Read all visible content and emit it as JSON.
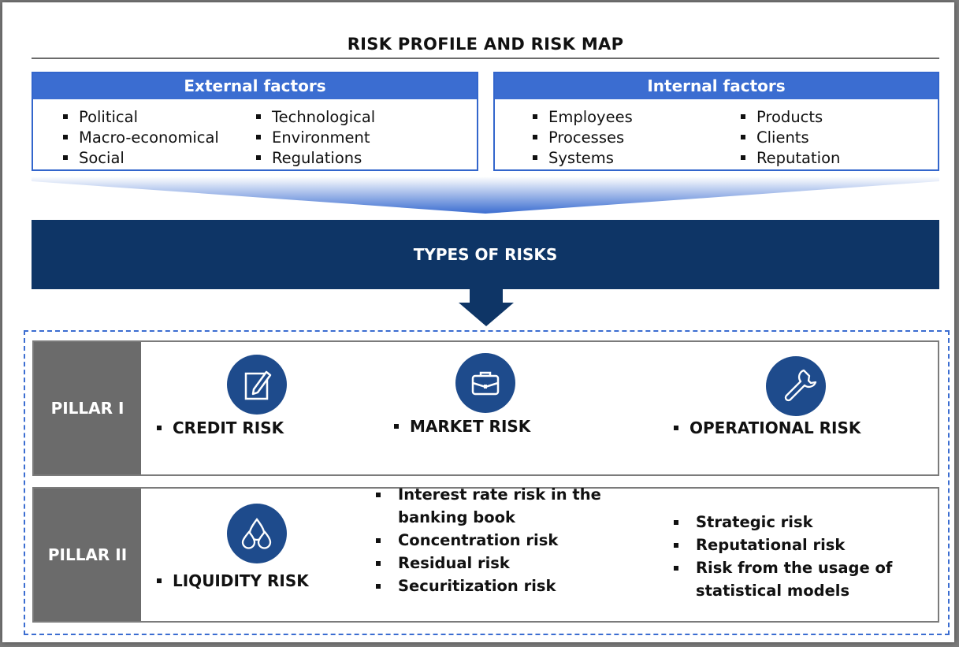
{
  "title": "RISK PROFILE AND RISK MAP",
  "external": {
    "heading": "External factors",
    "col1": [
      "Political",
      "Macro-economical",
      "Social"
    ],
    "col2": [
      "Technological",
      "Environment",
      "Regulations"
    ]
  },
  "internal": {
    "heading": "Internal factors",
    "col1": [
      "Employees",
      "Processes",
      "Systems"
    ],
    "col2": [
      "Products",
      "Clients",
      "Reputation"
    ]
  },
  "types_label": "TYPES OF RISKS",
  "pillar1": {
    "label": "PILLAR I",
    "credit": "CREDIT RISK",
    "market": "MARKET RISK",
    "operational": "OPERATIONAL RISK"
  },
  "pillar2": {
    "label": "PILLAR II",
    "liquidity": "LIQUIDITY RISK",
    "middle": [
      "Interest rate risk in the banking book",
      "Concentration risk",
      "Residual risk",
      "Securitization risk"
    ],
    "right": [
      "Strategic risk",
      "Reputational risk",
      "Risk from the usage of statistical models"
    ]
  },
  "icons": {
    "credit": "edit-document-icon",
    "market": "briefcase-icon",
    "operational": "wrench-icon",
    "liquidity": "water-drops-icon"
  },
  "colors": {
    "accent_blue": "#3b6dd1",
    "dark_navy": "#0e3566",
    "icon_blue": "#1e4b8c",
    "pillar_gray": "#6b6b6b"
  }
}
